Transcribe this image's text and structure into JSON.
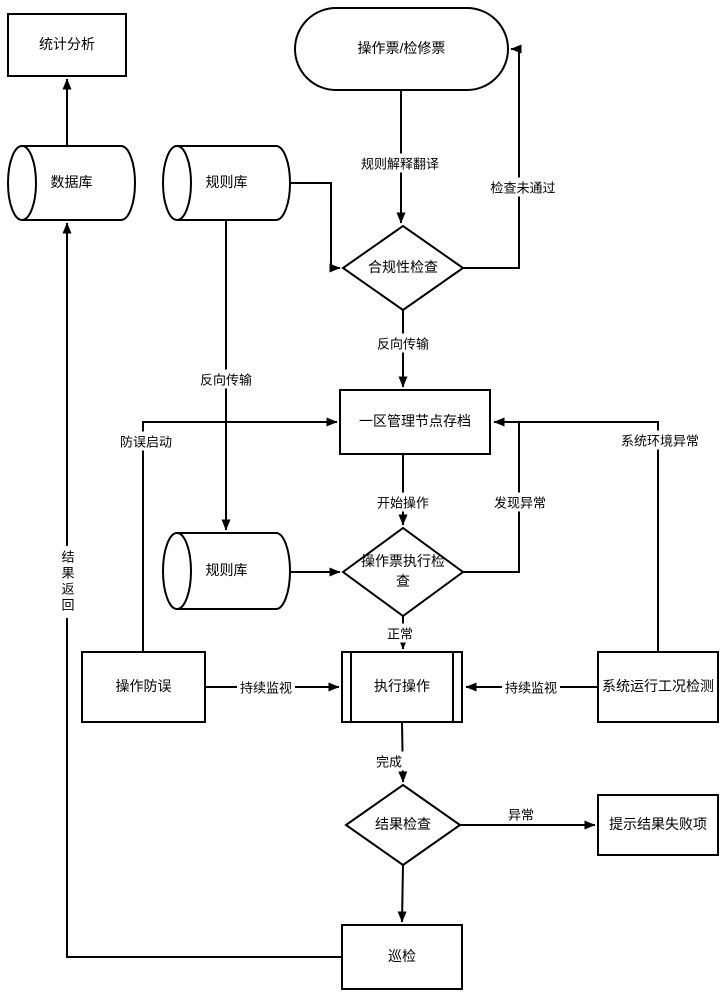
{
  "diagram": {
    "kind": "flowchart",
    "colors": {
      "stroke": "#000000",
      "fill": "#ffffff",
      "text": "#000000"
    },
    "nodes": {
      "stat_analysis": {
        "label": "统计分析",
        "shape": "rect"
      },
      "ticket": {
        "label": "操作票/检修票",
        "shape": "stadium"
      },
      "database": {
        "label": "数据库",
        "shape": "cylinder"
      },
      "rulebase_top": {
        "label": "规则库",
        "shape": "cylinder"
      },
      "compliance_check": {
        "label": "合规性检查",
        "shape": "diamond"
      },
      "archive": {
        "label": "一区管理节点存档",
        "shape": "rect"
      },
      "rulebase_bottom": {
        "label": "规则库",
        "shape": "cylinder"
      },
      "exec_check": {
        "label": "操作票执行检查",
        "shape": "diamond"
      },
      "anti_error": {
        "label": "操作防误",
        "shape": "rect"
      },
      "exec_op": {
        "label": "执行操作",
        "shape": "predefined-process"
      },
      "condition_detect": {
        "label": "系统运行工况检测",
        "shape": "rect"
      },
      "result_check": {
        "label": "结果检查",
        "shape": "diamond"
      },
      "fail_prompt": {
        "label": "提示结果失败项",
        "shape": "rect"
      },
      "inspection": {
        "label": "巡检",
        "shape": "rect"
      }
    },
    "edge_labels": {
      "rule_translate": "规则解释翻译",
      "check_fail": "检查未通过",
      "reverse_1": "反向传输",
      "reverse_2": "反向传输",
      "anti_error_start": "防误启动",
      "env_abnormal": "系统环境异常",
      "start_op": "开始操作",
      "found_abnormal": "发现异常",
      "normal": "正常",
      "monitor_left": "持续监视",
      "monitor_right": "持续监视",
      "done": "完成",
      "abnormal": "异常",
      "result_return": "结果返回"
    }
  }
}
